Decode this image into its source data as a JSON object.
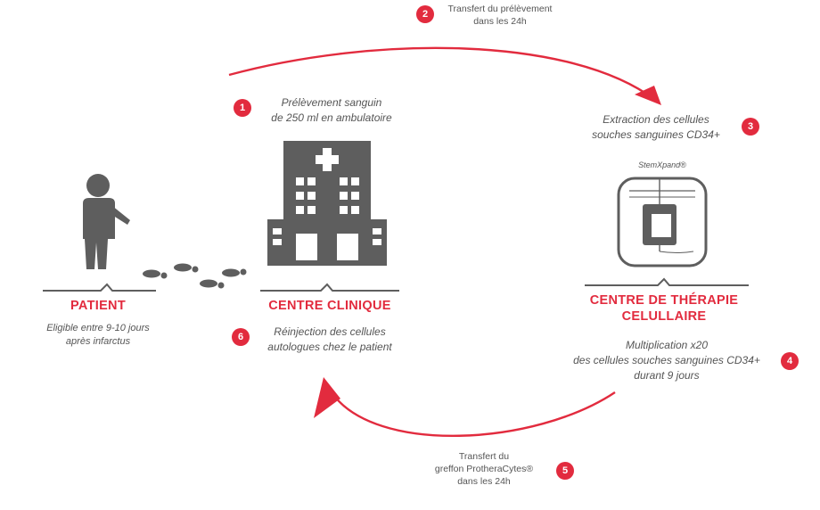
{
  "colors": {
    "accent": "#e22b3e",
    "icon": "#5e5e5e",
    "text": "#555555"
  },
  "steps": {
    "step1": {
      "number": "1",
      "lines": [
        "Prélèvement sanguin",
        "de 250 ml en ambulatoire"
      ]
    },
    "step2": {
      "number": "2",
      "lines": [
        "Transfert du prélèvement",
        "dans les 24h"
      ]
    },
    "step3": {
      "number": "3",
      "lines": [
        "Extraction des cellules",
        "souches sanguines CD34+"
      ]
    },
    "step4": {
      "number": "4",
      "lines": [
        "Multiplication x20",
        "des cellules souches sanguines CD34+",
        "durant 9 jours"
      ]
    },
    "step5": {
      "number": "5",
      "lines": [
        "Transfert du",
        "greffon ProtheraCytes®",
        "dans les 24h"
      ]
    },
    "step6": {
      "number": "6",
      "lines": [
        "Réinjection des cellules",
        "autologues chez le patient"
      ]
    }
  },
  "patient": {
    "title": "PATIENT",
    "lines": [
      "Eligible entre 9-10 jours",
      "après infarctus"
    ]
  },
  "clinic": {
    "title": "CENTRE CLINIQUE"
  },
  "therapy": {
    "title_lines": [
      "CENTRE DE THÉRAPIE",
      "CELULLAIRE"
    ],
    "device_label": "StemXpand®"
  },
  "icons": {
    "patient": "walking-person-icon",
    "footprints": "footprints-icon",
    "clinic": "hospital-building-icon",
    "device": "cell-culture-device-icon"
  }
}
